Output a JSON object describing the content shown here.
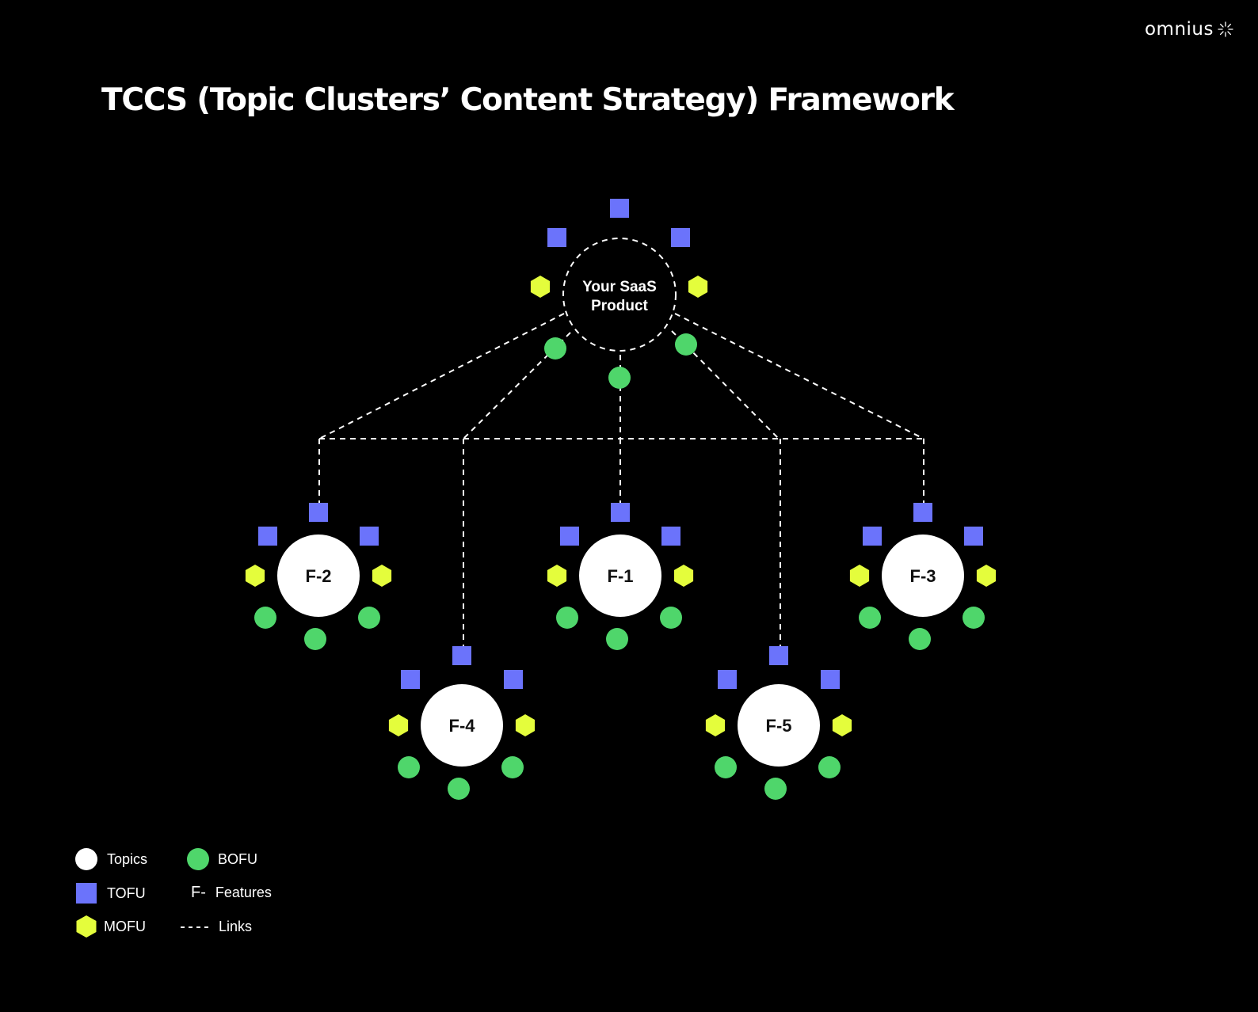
{
  "brand": {
    "name": "omnius"
  },
  "title": "TCCS (Topic Clusters’ Content Strategy) Framework",
  "colors": {
    "background": "#000000",
    "topic": "#ffffff",
    "tofu": "#6b73fb",
    "mofu": "#e4fd3c",
    "bofu": "#4fd66b",
    "link": "#ffffff"
  },
  "root": {
    "label_line1": "Your SaaS",
    "label_line2": "Product"
  },
  "features": [
    {
      "id": "f1",
      "label": "F-1"
    },
    {
      "id": "f2",
      "label": "F-2"
    },
    {
      "id": "f3",
      "label": "F-3"
    },
    {
      "id": "f4",
      "label": "F-4"
    },
    {
      "id": "f5",
      "label": "F-5"
    }
  ],
  "legend": {
    "topics": "Topics",
    "bofu": "BOFU",
    "tofu": "TOFU",
    "features_glyph": "F-",
    "features": "Features",
    "mofu": "MOFU",
    "links": "Links"
  }
}
